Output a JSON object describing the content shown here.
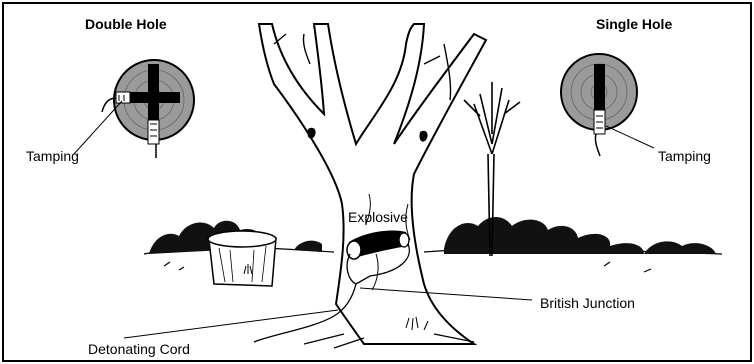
{
  "diagram": {
    "inset_left": {
      "title": "Double Hole",
      "label": "Tamping"
    },
    "inset_right": {
      "title": "Single Hole",
      "label": "Tamping"
    },
    "callouts": {
      "explosive": "Explosive",
      "junction": "British Junction",
      "cord": "Detonating Cord"
    },
    "colors": {
      "ink": "#000000",
      "wood": "#9a9a9a",
      "paper": "#ffffff"
    }
  }
}
